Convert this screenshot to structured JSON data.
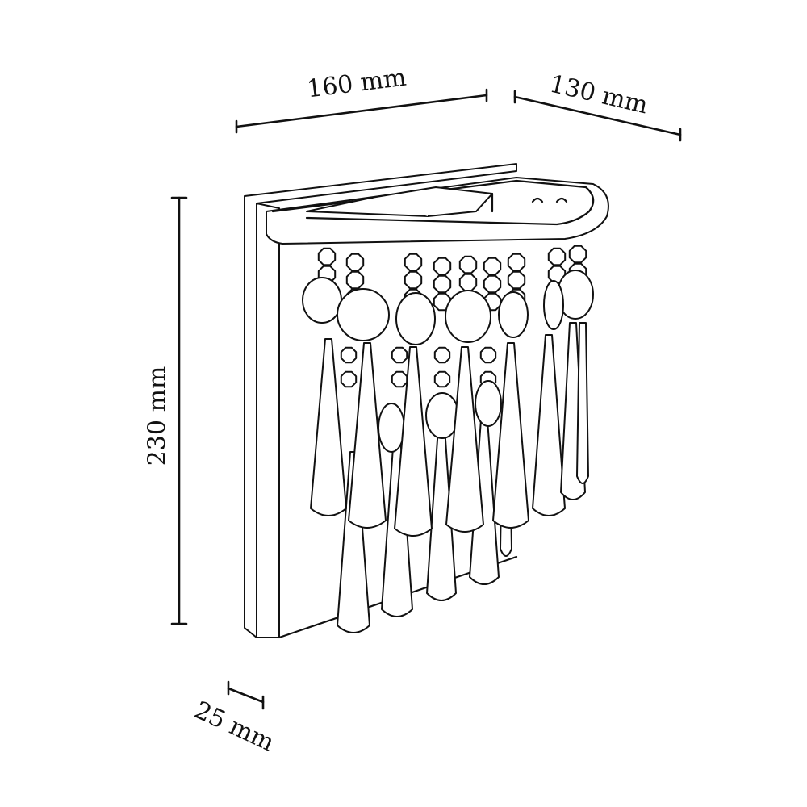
{
  "dimensions": {
    "width": "160 mm",
    "depth": "130 mm",
    "height": "230 mm",
    "backplate_thickness": "25 mm"
  }
}
